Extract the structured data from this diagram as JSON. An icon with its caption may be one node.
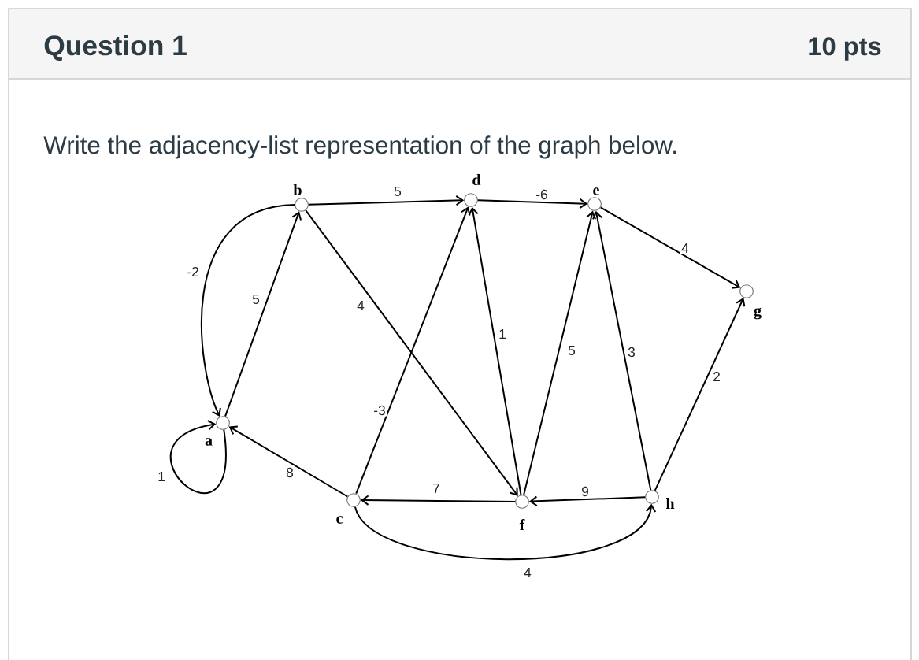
{
  "diagram": {
    "title": "Question 1",
    "nodes": [
      {
        "text": [
          "a"
        ]
      },
      {
        "text": [
          "b"
        ]
      },
      {
        "text": [
          "c"
        ]
      },
      {
        "text": [
          "d"
        ]
      },
      {
        "text": [
          "e"
        ]
      },
      {
        "text": [
          "f"
        ]
      },
      {
        "text": [
          "g"
        ]
      },
      {
        "text": [
          "h"
        ]
      }
    ],
    "edges": [
      {
        "from": 1,
        "to": 0,
        "arrow": "to",
        "label": "-2"
      },
      {
        "from": 0,
        "to": 1,
        "arrow": "to",
        "label": "5"
      },
      {
        "from": 0,
        "to": 0,
        "arrow": "to",
        "label": "1"
      },
      {
        "from": 2,
        "to": 0,
        "arrow": "to",
        "label": "8"
      },
      {
        "from": 1,
        "to": 5,
        "arrow": "to",
        "label": "4"
      },
      {
        "from": 1,
        "to": 3,
        "arrow": "to",
        "label": "5"
      },
      {
        "from": 2,
        "to": 3,
        "arrow": "to",
        "label": "-3"
      },
      {
        "from": 5,
        "to": 3,
        "arrow": "to",
        "label": "1"
      },
      {
        "from": 3,
        "to": 4,
        "arrow": "to",
        "label": "-6"
      },
      {
        "from": 5,
        "to": 4,
        "arrow": "to",
        "label": "5"
      },
      {
        "from": 7,
        "to": 4,
        "arrow": "to",
        "label": "3"
      },
      {
        "from": 4,
        "to": 6,
        "arrow": "to",
        "label": "4"
      },
      {
        "from": 7,
        "to": 6,
        "arrow": "to",
        "label": "2"
      },
      {
        "from": 5,
        "to": 2,
        "arrow": "to",
        "label": "7"
      },
      {
        "from": 7,
        "to": 5,
        "arrow": "to",
        "label": "9"
      },
      {
        "from": 2,
        "to": 7,
        "arrow": "to",
        "label": "4"
      }
    ],
    "labels": [
      "10 pts",
      "Write the adjacency-list representation of the graph below."
    ]
  }
}
